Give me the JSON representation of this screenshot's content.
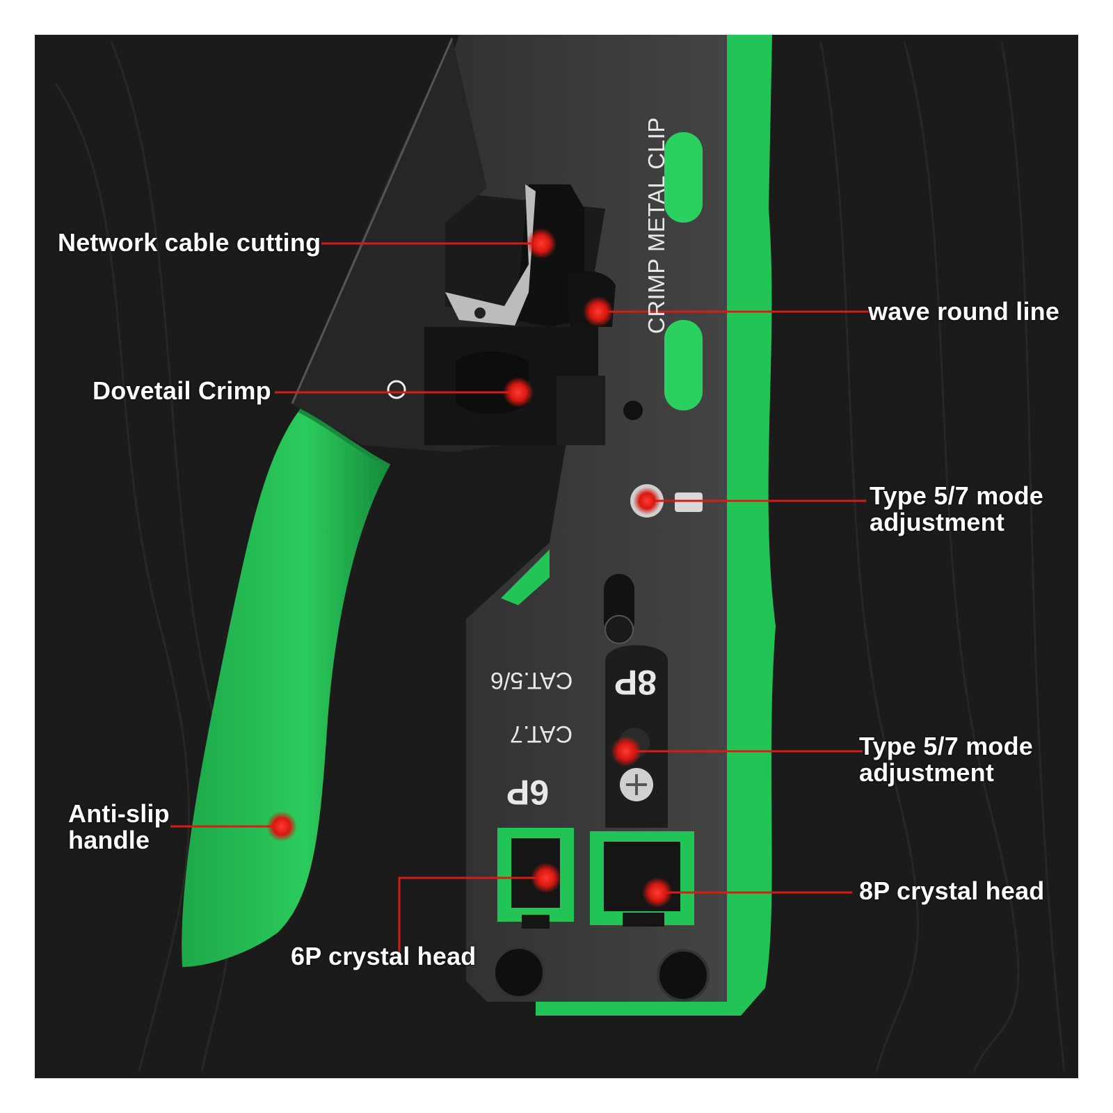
{
  "colors": {
    "background": "#1c1c1c",
    "tool_body": "#3a3a3a",
    "accent_green": "#22c55e",
    "callout_red": "#e0201b",
    "label_text": "#ffffff"
  },
  "tool_markings": {
    "vertical_label": "CRIMP METAL CLIP",
    "cat56": "CAT.5/6",
    "cat7": "CAT.7",
    "p8": "8P",
    "p6": "6P"
  },
  "callouts": [
    {
      "id": "network-cable-cutting",
      "lines": [
        "Network cable cutting"
      ]
    },
    {
      "id": "wave-round-line",
      "lines": [
        "wave round line"
      ]
    },
    {
      "id": "dovetail-crimp",
      "lines": [
        "Dovetail Crimp"
      ]
    },
    {
      "id": "type-57-mode-adjustment-upper",
      "lines": [
        "Type 5/7 mode",
        "adjustment"
      ]
    },
    {
      "id": "type-57-mode-adjustment-lower",
      "lines": [
        "Type 5/7 mode",
        "adjustment"
      ]
    },
    {
      "id": "anti-slip-handle",
      "lines": [
        "Anti-slip",
        "handle"
      ]
    },
    {
      "id": "8p-crystal-head",
      "lines": [
        "8P crystal head"
      ]
    },
    {
      "id": "6p-crystal-head",
      "lines": [
        "6P crystal head"
      ]
    }
  ]
}
